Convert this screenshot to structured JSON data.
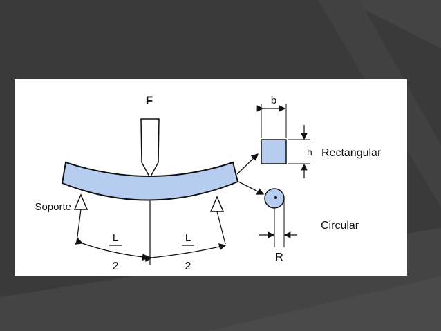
{
  "diagram": {
    "force_label": "F",
    "support_label": "Soporte",
    "span_numerator": "L",
    "span_denominator": "2",
    "width_label": "b",
    "height_label": "h",
    "rect_label": "Rectangular",
    "circle_label": "Circular",
    "radius_label": "R"
  },
  "colors": {
    "background": "#3a3a3a",
    "beam_fill": "#b7cdef",
    "line": "#111111"
  }
}
